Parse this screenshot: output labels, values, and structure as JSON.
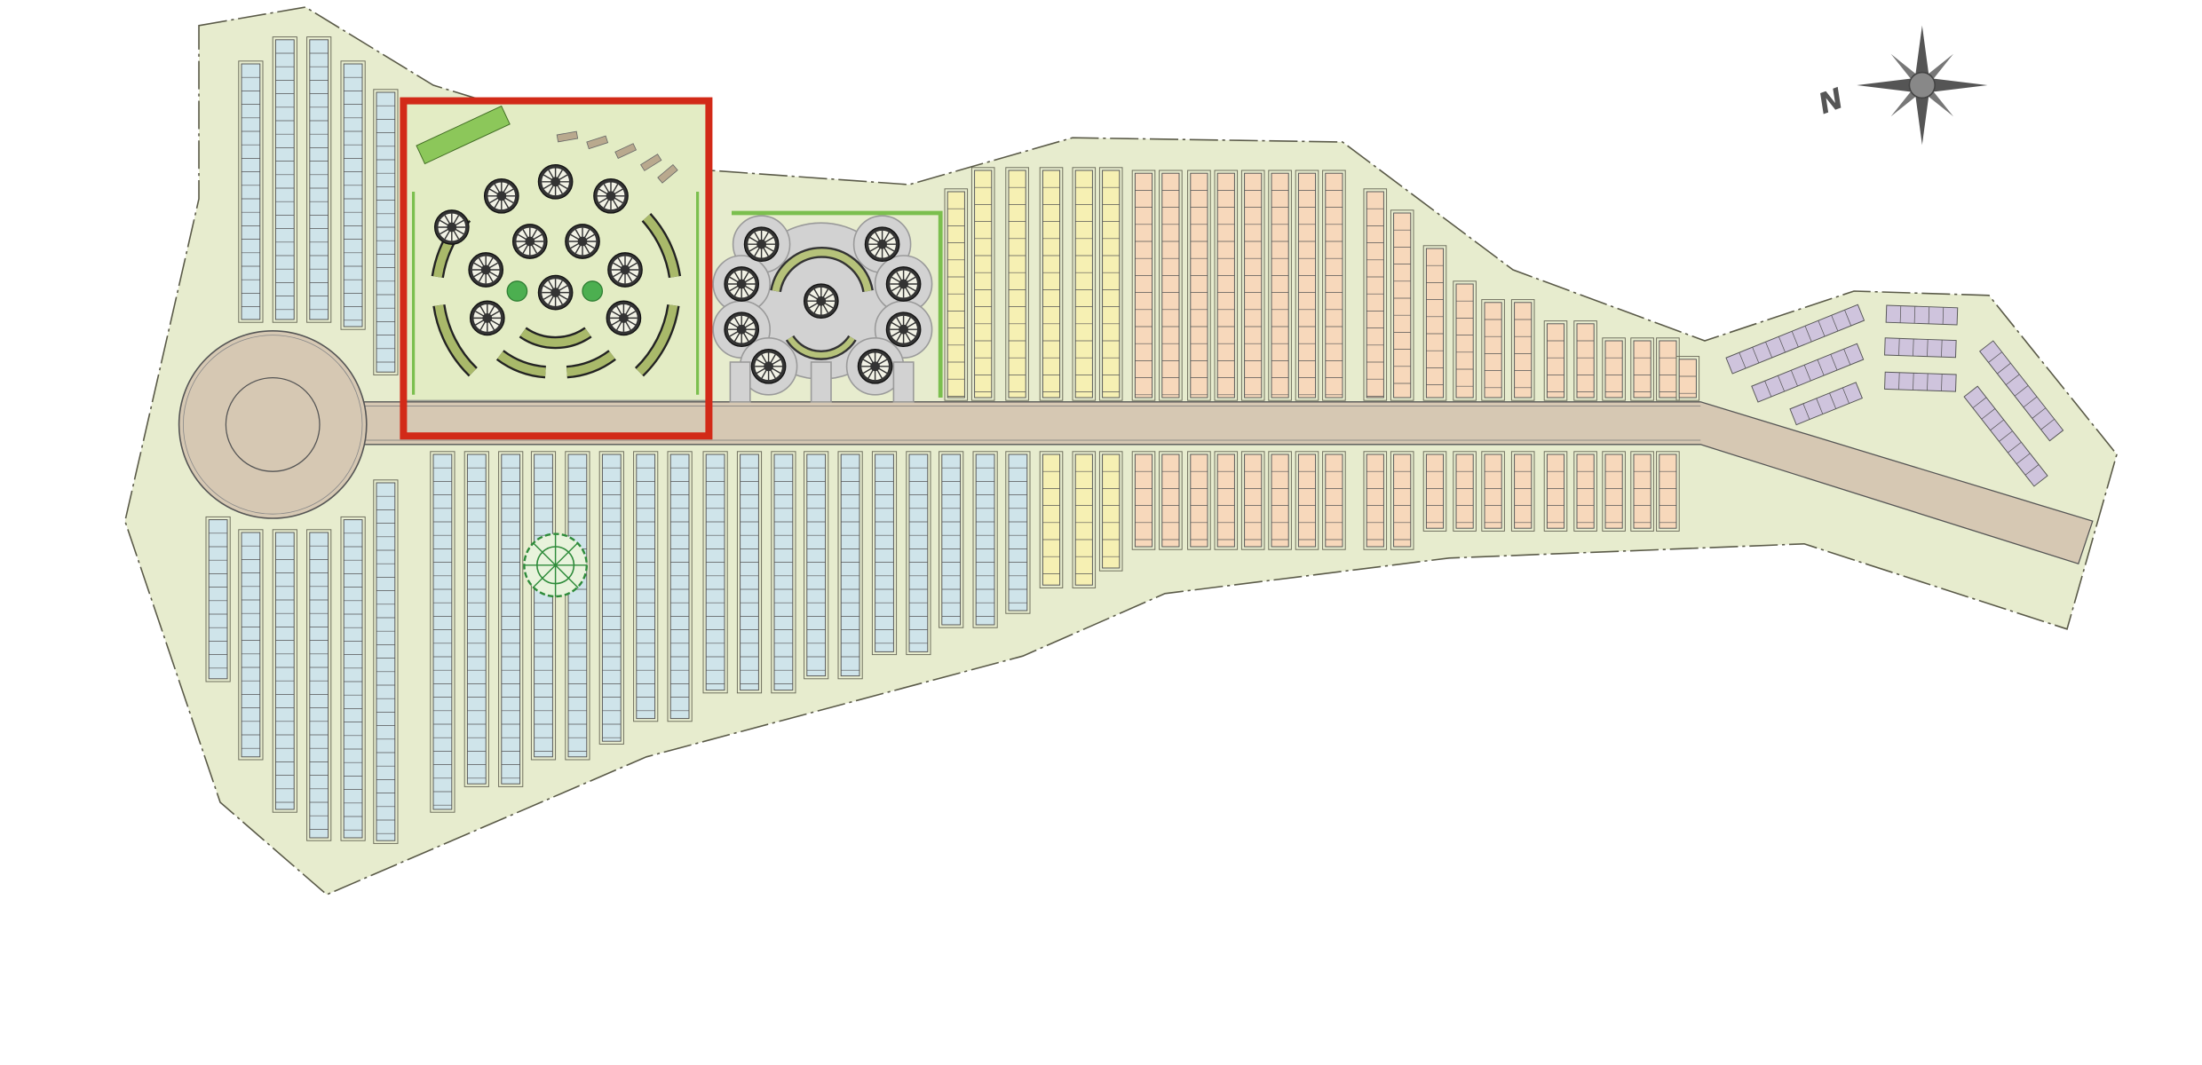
{
  "map": {
    "type": "cemetery site plan",
    "compass": {
      "label": "N"
    },
    "zone_colors": {
      "site_ground": "#e7ecce",
      "main_road": "#d6c8b3",
      "plot_blue": "#cfe4ea",
      "plot_yellow": "#f6f0b3",
      "plot_orange": "#f7d8bb",
      "plot_purple": "#cfc4dd",
      "highlight_frame": "#d22a18",
      "hedge_green": "#7bbf4e",
      "garden_gray": "#d2d2d2"
    },
    "features": [
      "turnaround-circle",
      "main-road",
      "highlighted-garden",
      "round-garden",
      "tree-symbol",
      "north-arrow"
    ]
  }
}
